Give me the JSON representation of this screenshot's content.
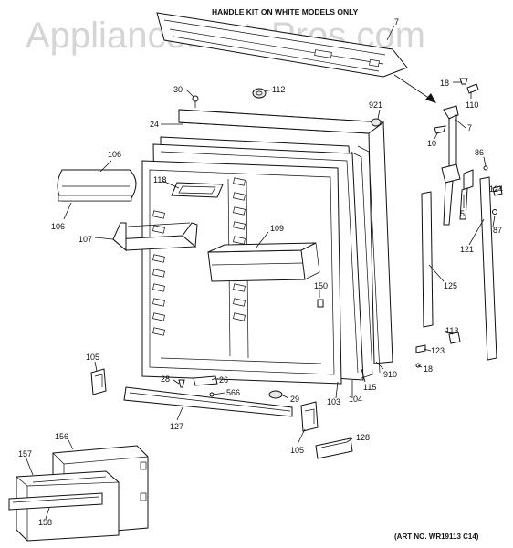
{
  "header": {
    "title": "HANDLE KIT ON WHITE MODELS ONLY"
  },
  "watermark": {
    "text": "AppliancePartsPros.com"
  },
  "footer": {
    "art_number": "(ART NO. WR19113 C14)"
  },
  "callouts": {
    "c7a": "7",
    "c18a": "18",
    "c110": "110",
    "c30": "30",
    "c112": "112",
    "c921": "921",
    "c24": "24",
    "c7b": "7",
    "c10": "10",
    "c106a": "106",
    "c86": "86",
    "c118": "118",
    "c124": "124",
    "c5": "5",
    "c87": "87",
    "c106b": "106",
    "c109": "109",
    "c107": "107",
    "c121": "121",
    "c150": "150",
    "c125": "125",
    "c113": "113",
    "c105a": "105",
    "c123": "123",
    "c910": "910",
    "c18b": "18",
    "c28": "28",
    "c26": "26",
    "c115": "115",
    "c566": "566",
    "c29": "29",
    "c103": "103",
    "c104": "104",
    "c127": "127",
    "c105b": "105",
    "c128": "128",
    "c156": "156",
    "c157": "157",
    "c158": "158"
  }
}
